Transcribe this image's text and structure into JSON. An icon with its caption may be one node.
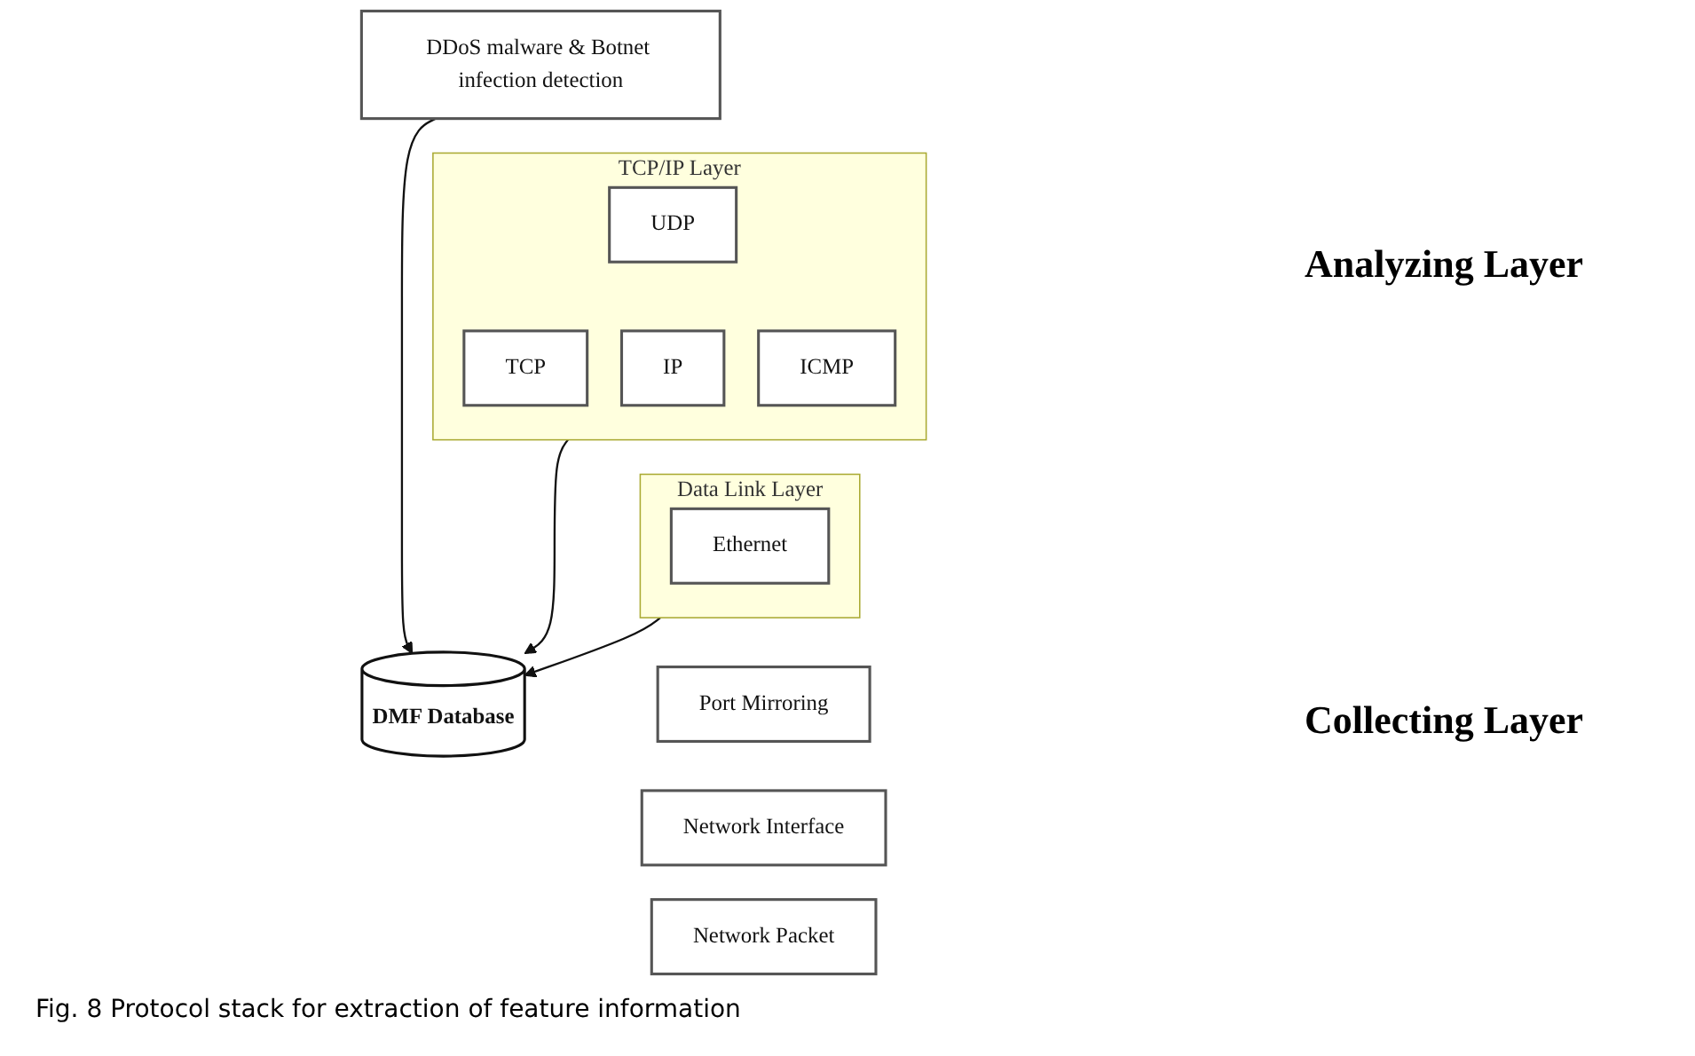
{
  "diagram": {
    "caption": "Fig. 8 Protocol stack for extraction of feature information",
    "nodes": [
      {
        "text": [
          "DDoS malware & Botnet infection detection"
        ]
      },
      {
        "text": [
          "TCP/IP Layer"
        ]
      },
      {
        "text": [
          "TCP"
        ],
        "in": 1
      },
      {
        "text": [
          "UDP"
        ],
        "in": 1
      },
      {
        "text": [
          "ICMP"
        ],
        "in": 1
      },
      {
        "text": [
          "IP"
        ],
        "in": 1
      },
      {
        "text": [
          "Data Link Layer"
        ]
      },
      {
        "text": [
          "Ethernet"
        ],
        "in": 6
      },
      {
        "text": [
          "Port Mirroring"
        ]
      },
      {
        "text": [
          "Network Interface"
        ]
      },
      {
        "text": [
          "Network Packet"
        ]
      },
      {
        "text": [
          "DMF Database"
        ]
      }
    ],
    "edges": [
      {
        "from": 0,
        "to": 11,
        "arrow": "to"
      },
      {
        "from": 1,
        "to": 11,
        "arrow": "to"
      },
      {
        "from": 6,
        "to": 11,
        "arrow": "to"
      }
    ],
    "labels": [
      "Analyzing Layer",
      "Collecting Layer"
    ]
  }
}
